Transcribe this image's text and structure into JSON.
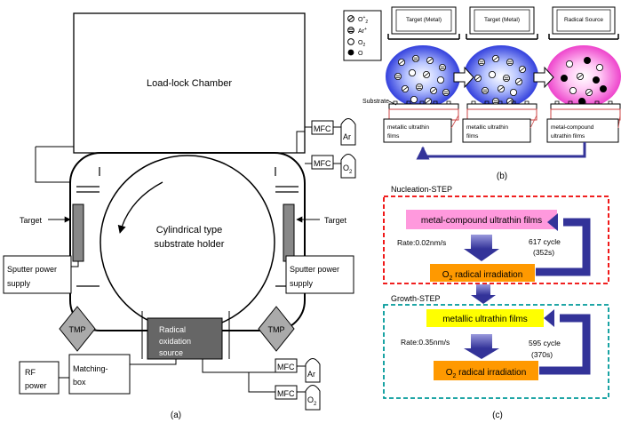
{
  "panel_a": {
    "load_lock": "Load-lock Chamber",
    "holder_line1": "Cylindrical type",
    "holder_line2": "substrate holder",
    "target_left": "Target",
    "target_right": "Target",
    "sputter_left_l1": "Sputter power",
    "sputter_left_l2": "supply",
    "sputter_right_l1": "Sputter power",
    "sputter_right_l2": "supply",
    "tmp_left": "TMP",
    "tmp_right": "TMP",
    "radical_l1": "Radical",
    "radical_l2": "oxidation",
    "radical_l3": "source",
    "rf_l1": "RF",
    "rf_l2": "power",
    "matching_l1": "Matching-",
    "matching_l2": "box",
    "mfc": "MFC",
    "gas_ar": "Ar",
    "gas_o2_base": "O",
    "gas_o2_sub": "2",
    "caption": "(a)"
  },
  "panel_b": {
    "legend": [
      {
        "base": "O",
        "sup": "+",
        "sub": "2"
      },
      {
        "base": "Ar",
        "sup": "+",
        "sub": ""
      },
      {
        "base": "O",
        "sup": "",
        "sub": "2"
      },
      {
        "base": "O",
        "sup": "",
        "sub": ""
      }
    ],
    "target1": "Target (Metal)",
    "target2": "Target (Metal)",
    "radical_source": "Radical Source",
    "substrate": "Substrate",
    "film1_l1": "metallic ultrathin",
    "film1_l2": "films",
    "film2_l1": "metallic ultrathin",
    "film2_l2": "films",
    "film3_l1": "metal-compound",
    "film3_l2": "ultrathin films",
    "caption": "(b)"
  },
  "panel_c": {
    "nucleation_title": "Nucleation-STEP",
    "nucleation_box": "metal-compound ultrathin films",
    "nucleation_rate": "Rate:0.02nm/s",
    "nucleation_cycle_l1": "617 cycle",
    "nucleation_cycle_l2": "(352s)",
    "growth_title": "Growth-STEP",
    "growth_box": "metallic ultrathin films",
    "growth_rate": "Rate:0.35nm/s",
    "growth_cycle_l1": "595 cycle",
    "growth_cycle_l2": "(370s)",
    "irradiation_base": "O",
    "irradiation_sub": "2",
    "irradiation_rest": " radical irradiation",
    "caption": "(c)"
  },
  "colors": {
    "pink_box": "#ff99dd",
    "yellow_box": "#ffff00",
    "orange_box": "#ff9900",
    "red_dash": "#ee0000",
    "teal_dash": "#009999",
    "navy_arrow": "#333399",
    "grey_target": "#888888",
    "dark_source": "#666666"
  }
}
